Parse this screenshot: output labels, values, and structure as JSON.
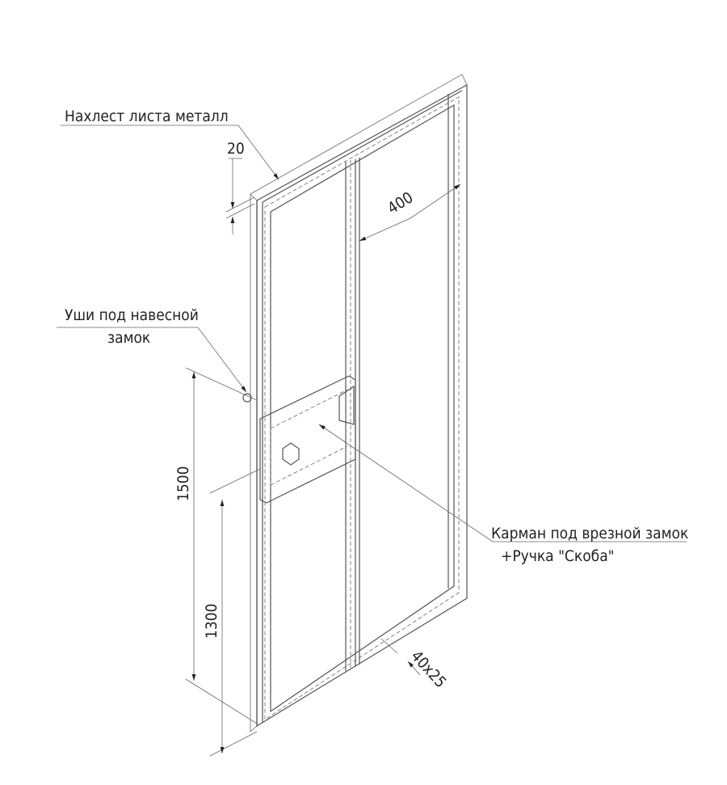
{
  "labels": {
    "overlap": "Нахлест листа металл",
    "overlap_dim": "20",
    "width_dim": "400",
    "padlock_line1": "Уши под навесной",
    "padlock_line2": "замок",
    "height_1500": "1500",
    "height_1300": "1300",
    "pocket_line1": "Карман под врезной замок",
    "pocket_line2": "+Ручка \"Скоба\"",
    "profile": "40х25"
  }
}
